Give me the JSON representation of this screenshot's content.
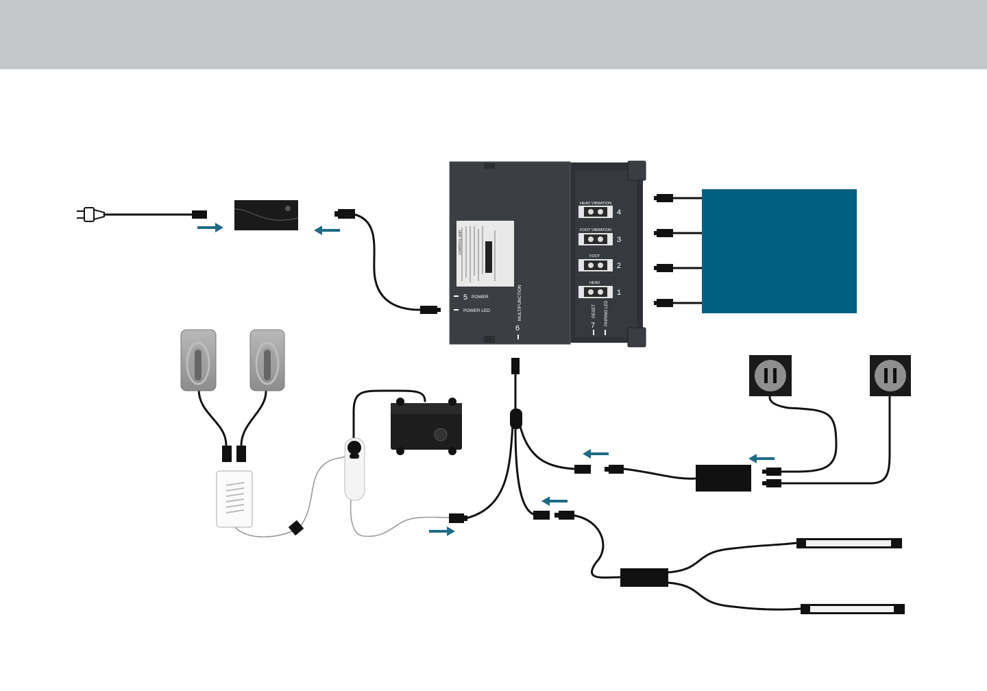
{
  "control_unit": {
    "ports": {
      "head_vibration": {
        "label": "HEAD VIBRATION",
        "number": "4"
      },
      "foot_vibration": {
        "label": "FOOT VIBRATION",
        "number": "3"
      },
      "foot": {
        "label": "FOOT",
        "number": "2"
      },
      "head": {
        "label": "HEAD",
        "number": "1"
      },
      "power": {
        "label": "POWER",
        "number": "5"
      },
      "power_led": {
        "label": "POWER LED"
      },
      "multifunction": {
        "label": "MULTIFUNCTION",
        "number": "6"
      },
      "reset": {
        "label": "RESET",
        "number": "7"
      },
      "pairing_led": {
        "label": "PAIRING LED"
      }
    },
    "product_label_line": "CONTROL UNIT"
  },
  "colors": {
    "header_band": "#c5c8ca",
    "accent_teal": "#006080",
    "arrow": "#1f6a84",
    "housing": "#3b3e43",
    "cable": "#111111"
  }
}
